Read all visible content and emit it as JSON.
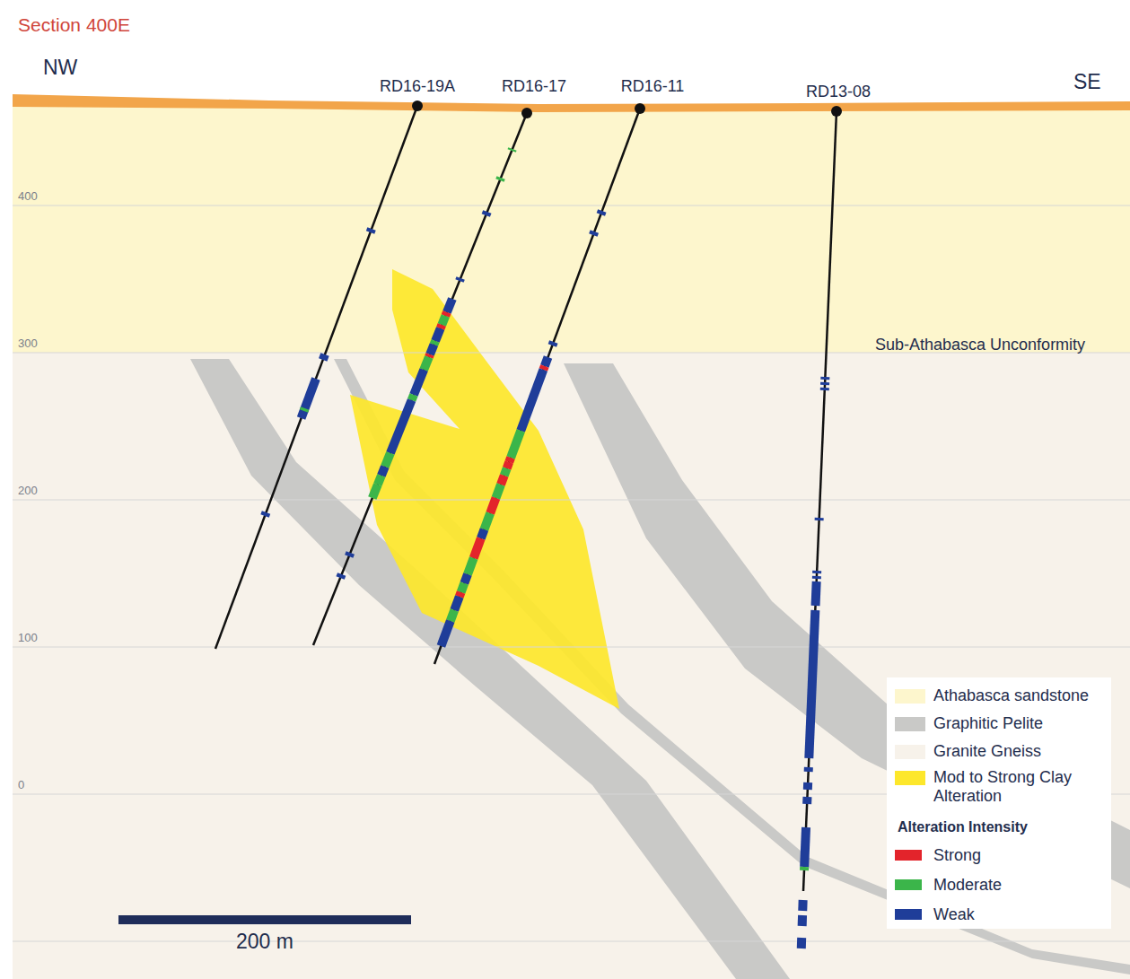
{
  "diagram": {
    "title": "Section 400E",
    "labels": [
      "NW",
      "SE",
      "RD16-19A",
      "RD16-17",
      "RD16-11",
      "RD13-08",
      "400",
      "300",
      "200",
      "100",
      "0",
      "Sub-Athabasca Unconformity",
      "200 m",
      "Alteration Intensity"
    ],
    "legend": [
      {
        "text": "Athabasca sandstone",
        "color": "#fdf6cd"
      },
      {
        "text": "Graphitic Pelite",
        "color": "#c9c9c7"
      },
      {
        "text": "Granite Gneiss",
        "color": "#f7f2ea"
      },
      {
        "text": "Mod to Strong Clay Alteration",
        "color": "#fde72b"
      },
      {
        "text": "Strong",
        "color": "#e3242b"
      },
      {
        "text": "Moderate",
        "color": "#3bb54a"
      },
      {
        "text": "Weak",
        "color": "#1f3d99"
      }
    ]
  }
}
